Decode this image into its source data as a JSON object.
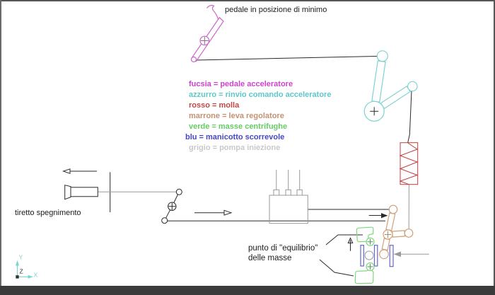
{
  "labels": {
    "title": "pedale in posizione di minimo",
    "tiretto": "tiretto spegnimento",
    "punto_line1": "punto di \"equilibrio\"",
    "punto_line2": "delle masse"
  },
  "legend": {
    "items": [
      {
        "name": "fucsia",
        "text": "fucsia = pedale acceleratore",
        "color": "#cc44cc"
      },
      {
        "name": "azzurro",
        "text": "azzurro = rinvio comando acceleratore",
        "color": "#5cc8c8"
      },
      {
        "name": "rosso",
        "text": "rosso = molla",
        "color": "#c04848"
      },
      {
        "name": "marrone",
        "text": "marrone = leva regolatore",
        "color": "#c49272"
      },
      {
        "name": "verde",
        "text": "verde = masse centrifughe",
        "color": "#66cc66"
      },
      {
        "name": "blu",
        "text": "blu = manicotto scorrevole",
        "color": "#4646c8"
      },
      {
        "name": "grigio",
        "text": "grigio = pompa iniezione",
        "color": "#c9c9c9"
      }
    ]
  },
  "ucs": {
    "x": "X",
    "y": "Y",
    "z": "Z"
  },
  "palette": {
    "pedal_magenta": "#cc66cc",
    "linkage_cyan": "#7fd2d2",
    "spring_red": "#c43c3c",
    "lever_brown": "#cfa27c",
    "masses_green": "#7dd87d",
    "sleeve_blue": "#6666cc",
    "pump_gray": "#9a9a9a",
    "line_black": "#2a2a2a",
    "frame_dark": "#3b3b3b"
  }
}
